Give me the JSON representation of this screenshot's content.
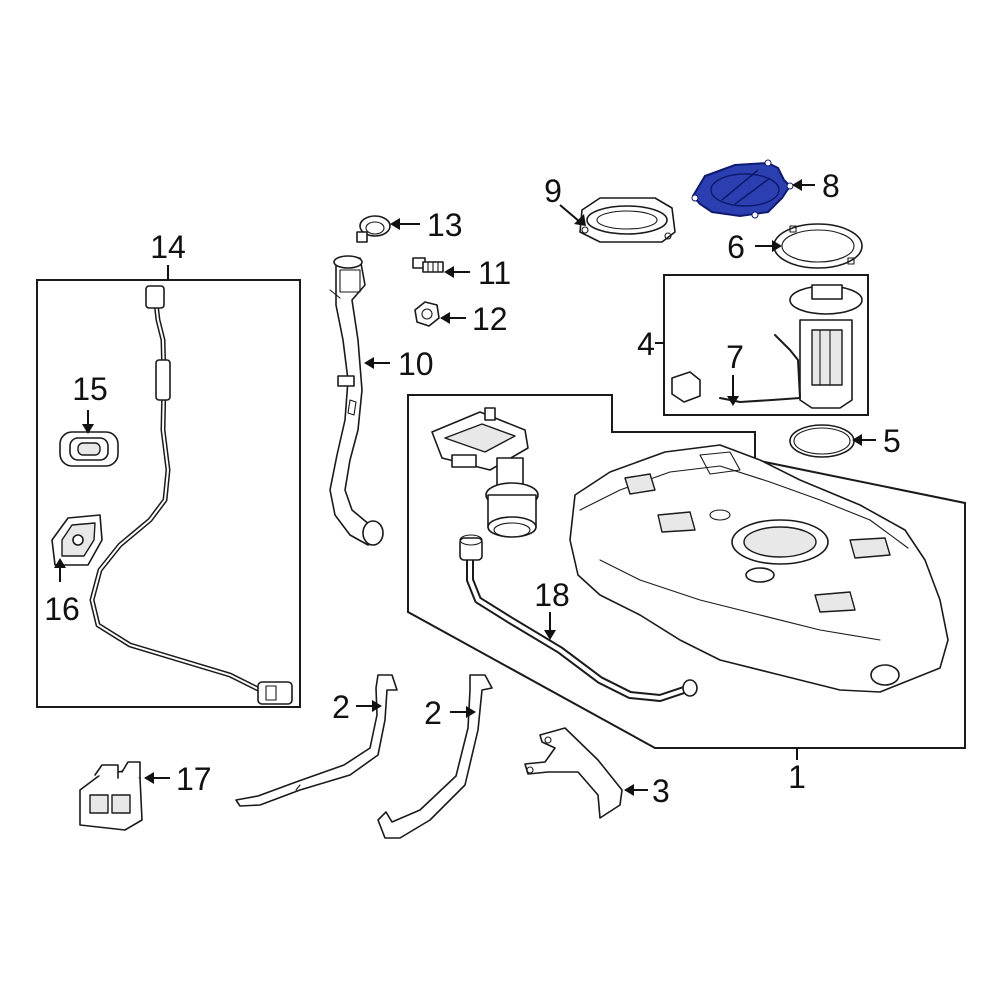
{
  "colors": {
    "line": "#1a1a1a",
    "background": "#ffffff",
    "highlight_fill": "#2b3fb0",
    "highlight_stroke": "#0d1a70"
  },
  "callouts": {
    "c1": "1",
    "c2a": "2",
    "c2b": "2",
    "c3": "3",
    "c4": "4",
    "c5": "5",
    "c6": "6",
    "c7": "7",
    "c8": "8",
    "c9": "9",
    "c10": "10",
    "c11": "11",
    "c12": "12",
    "c13": "13",
    "c14": "14",
    "c15": "15",
    "c16": "16",
    "c17": "17",
    "c18": "18"
  },
  "highlighted_part": "8"
}
